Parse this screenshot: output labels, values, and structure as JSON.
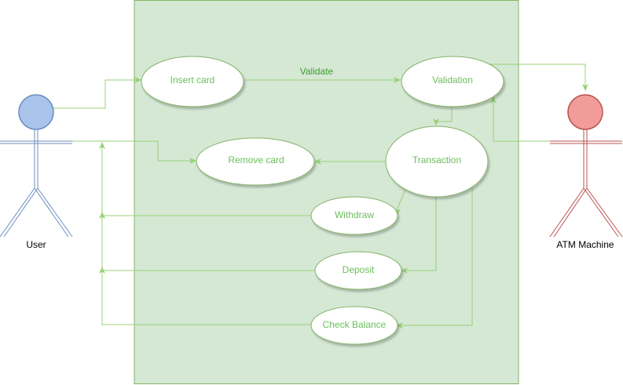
{
  "diagram": {
    "colors": {
      "system_fill": "#d5e8d4",
      "system_stroke": "#82b366",
      "edge": "#97d077",
      "usecase_text": "#6abf5a",
      "user_head": "#a9c4eb",
      "user_head_stroke": "#6c8ebf",
      "atm_head": "#f19c99",
      "atm_head_stroke": "#b85450"
    },
    "actors": {
      "user": "User",
      "atm": "ATM Machine"
    },
    "use_cases": {
      "insert_card": "Insert card",
      "validation": "Validation",
      "remove_card": "Remove card",
      "transaction": "Transaction",
      "withdraw": "Withdraw",
      "deposit": "Deposit",
      "check_balance": "Check Balance"
    },
    "edge_labels": {
      "validate": "Validate"
    }
  }
}
